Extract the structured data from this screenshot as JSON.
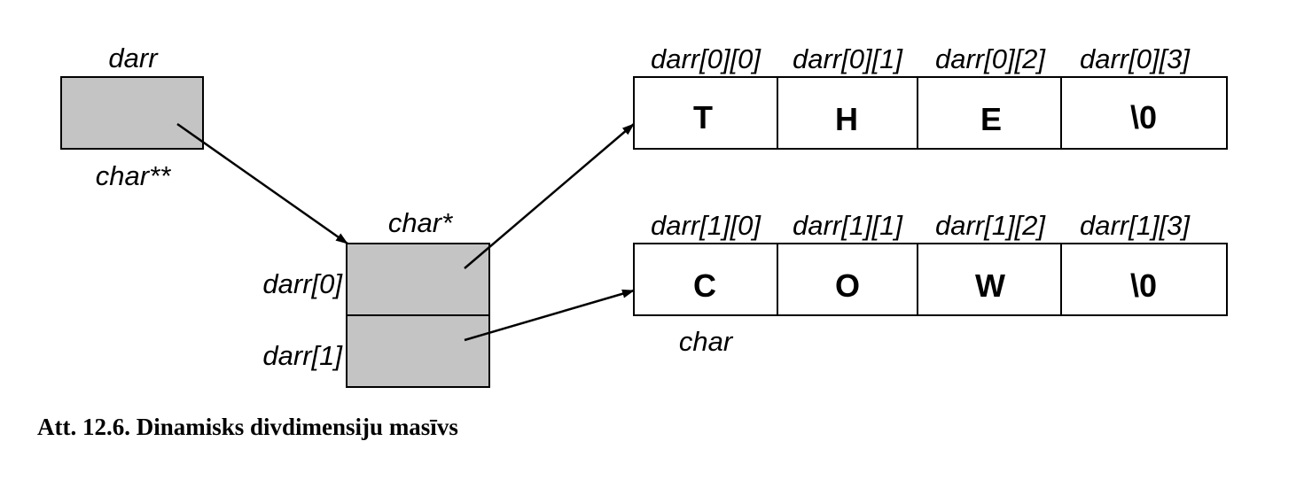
{
  "pointer": {
    "name": "darr",
    "type": "char**"
  },
  "row_array": {
    "type": "char*",
    "slots": [
      "darr[0]",
      "darr[1]"
    ]
  },
  "rows": [
    {
      "headers": [
        "darr[0][0]",
        "darr[0][1]",
        "darr[0][2]",
        "darr[0][3]"
      ],
      "cells": [
        "T",
        "H",
        "E",
        "\\0"
      ]
    },
    {
      "headers": [
        "darr[1][0]",
        "darr[1][1]",
        "darr[1][2]",
        "darr[1][3]"
      ],
      "cells": [
        "C",
        "O",
        "W",
        "\\0"
      ]
    }
  ],
  "element_type": "char",
  "caption": "Att. 12.6. Dinamisks divdimensiju masīvs"
}
